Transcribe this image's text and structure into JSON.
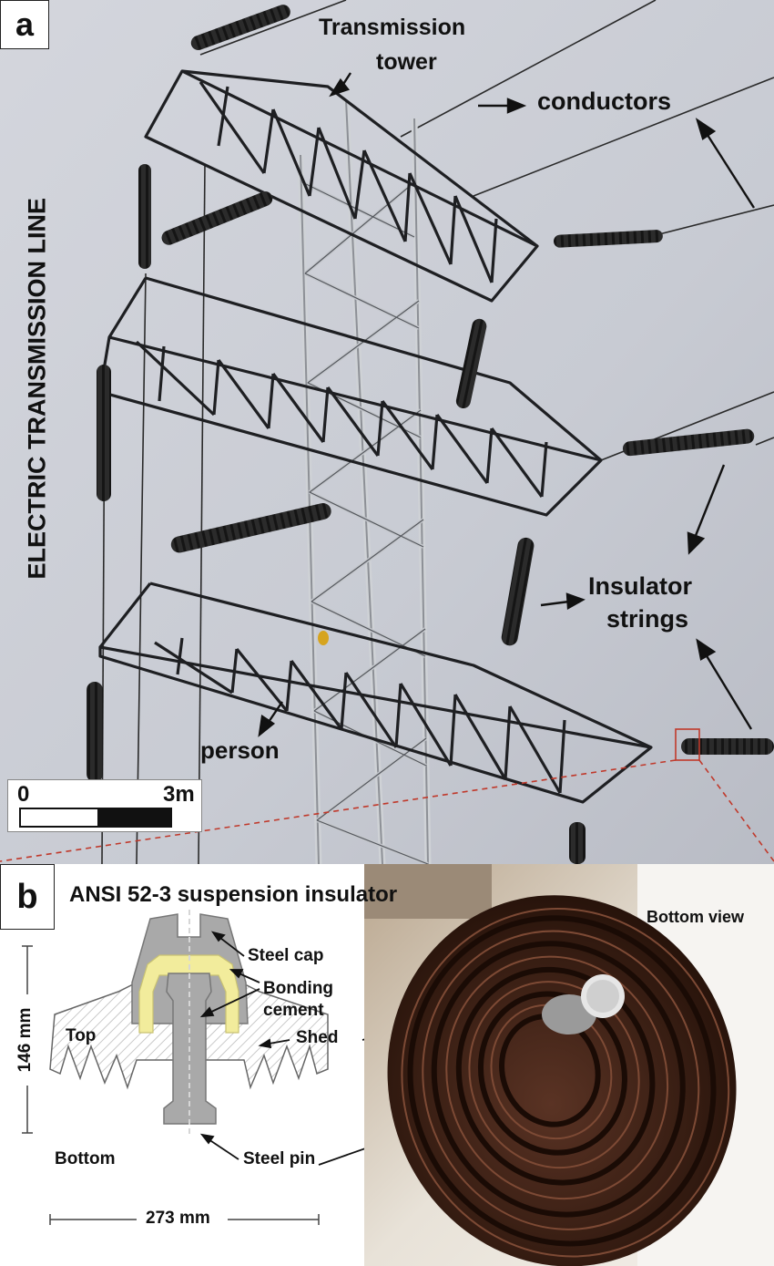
{
  "panel_a": {
    "tag": "a",
    "vertical_title": "ELECTRIC TRANSMISSION LINE",
    "labels": {
      "tower_line1": "Transmission",
      "tower_line2": "tower",
      "conductors": "conductors",
      "insulator_line1": "Insulator",
      "insulator_line2": "strings",
      "person": "person"
    },
    "scale_bar": {
      "start": "0",
      "end": "3m"
    }
  },
  "panel_b": {
    "tag": "b",
    "title": "ANSI 52-3 suspension insulator",
    "labels": {
      "steel_cap": "Steel cap",
      "bonding_line1": "Bonding",
      "bonding_line2": "cement",
      "shed": "Shed",
      "steel_pin": "Steel pin",
      "top": "Top",
      "bottom": "Bottom",
      "height": "146 mm",
      "width": "273 mm",
      "bottom_view": "Bottom view"
    }
  },
  "colors": {
    "sky": "#c9ccd4",
    "steel": "#1e1f22",
    "insulator_dark": "#2a2a2a",
    "callout_red": "#c0392b",
    "porcelain_brown": "#3a1f14",
    "cement_yellow": "#f2ec9c",
    "cap_grey": "#a9a9a9"
  }
}
